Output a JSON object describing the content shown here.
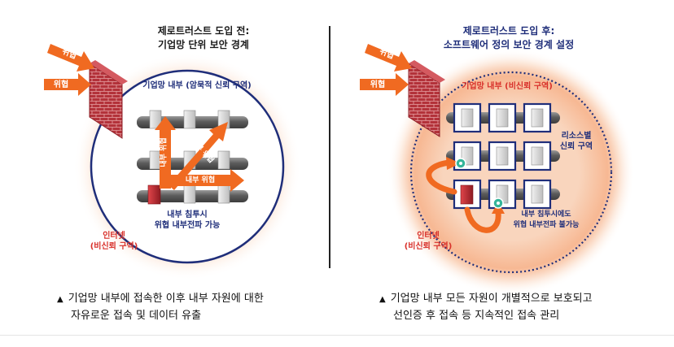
{
  "left": {
    "title_line1": "제로트러스트 도입 전:",
    "title_line2": "기업망 단위 보안 경계",
    "threat_top": "위협",
    "threat_left": "위협",
    "zone_label": "기업망 내부 (암묵적 신뢰 구역)",
    "arrow_vertical": "내부 위협",
    "arrow_diagonal": "내부 위협",
    "arrow_horizontal": "내부 위협",
    "infiltration_line1": "내부 침투시",
    "infiltration_line2": "위협 내부전파 가능",
    "internet_line1": "인터넷",
    "internet_line2": "(비신뢰 구역)",
    "caption_line1": "기업망 내부에 접속한 이후 내부 자원에 대한",
    "caption_line2": "자유로운 접속 및 데이터 유출"
  },
  "right": {
    "title_line1": "제로트러스트 도입 후:",
    "title_line2": "소프트웨어 정의 보안 경계 설정",
    "threat_top": "위협",
    "threat_left": "위협",
    "zone_label": "기업망 내부 (비신뢰 구역)",
    "resource_line1": "리소스별",
    "resource_line2": "신뢰 구역",
    "infiltration_line1": "내부 침투시에도",
    "infiltration_line2": "위협 내부전파 불가능",
    "internet_line1": "인터넷",
    "internet_line2": "(비신뢰 구역)",
    "caption_line1": "기업망 내부 모든 자원이 개별적으로 보호되고",
    "caption_line2": "선인증 후 접속 등 지속적인 접속 관리"
  },
  "caption_marker": "▲",
  "colors": {
    "navy": "#1f2e7a",
    "red": "#d8302a",
    "orange": "#f06a21",
    "brick": "#b3323a",
    "pipe": "#6b6b6b",
    "server": "#d9d9d9",
    "teal": "#35b59a"
  }
}
